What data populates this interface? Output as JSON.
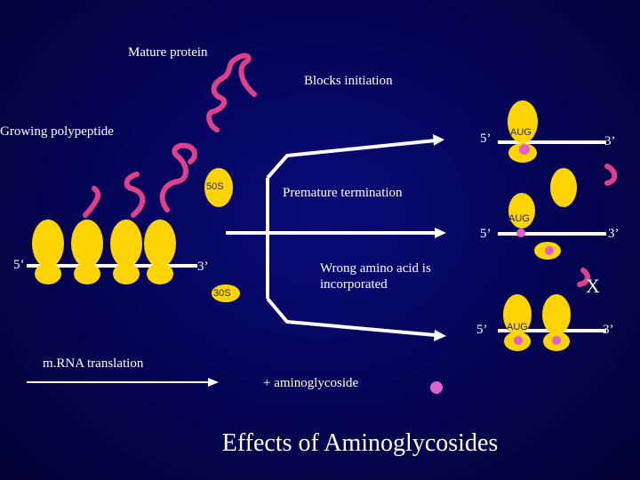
{
  "labels": {
    "mature_protein": "Mature protein",
    "blocks_initiation": "Blocks initiation",
    "growing_polypeptide": "Growing polypeptide",
    "subunit_50s": "50S",
    "subunit_30s": "30S",
    "premature_termination": "Premature termination",
    "wrong_amino_acid": "Wrong amino acid is incorporated",
    "mrna_translation": "m.RNA translation",
    "plus_aminoglycoside": "+ aminoglycoside",
    "x_mark": "X",
    "title": "Effects of Aminoglycosides"
  },
  "mrna_ends": {
    "left_five": "5’",
    "left_three": "3’",
    "five_prime": "5’",
    "three_prime": "3’"
  },
  "codon": "AUG",
  "colors": {
    "background": "#05055a",
    "ribosome": "#ffd400",
    "mrna": "#ffffff",
    "polypeptide": "#e0408a",
    "aminoglycoside": "#e060d0",
    "arrow": "#ffffff"
  }
}
